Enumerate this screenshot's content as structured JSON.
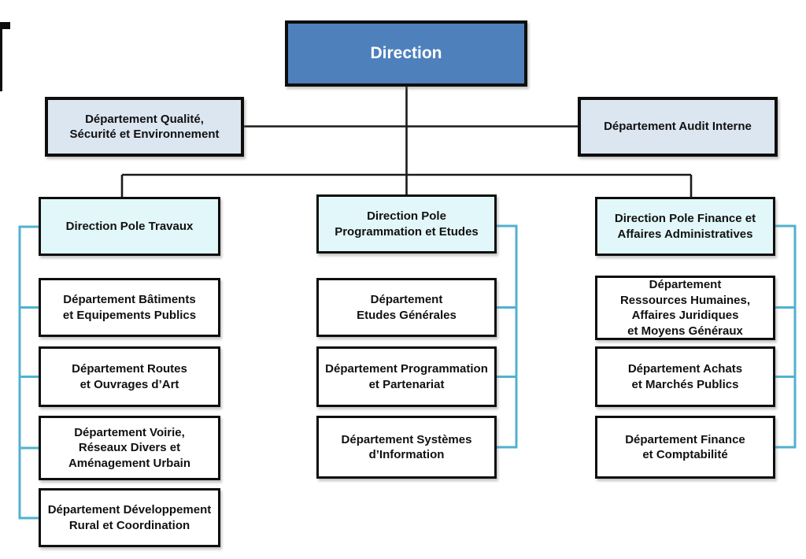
{
  "org": {
    "root": {
      "label": "Direction"
    },
    "staff": [
      {
        "label": "Département Qualité, Sécurité et Environnement"
      },
      {
        "label": "Département Audit Interne"
      }
    ],
    "poles": [
      {
        "label": "Direction Pole Travaux",
        "departments": [
          {
            "label": "Département Bâtiments et Equipements Publics"
          },
          {
            "label": "Département Routes et Ouvrages d’Art"
          },
          {
            "label": "Département Voirie, Réseaux Divers et Aménagement Urbain"
          },
          {
            "label": "Département Développement Rural et Coordination"
          }
        ]
      },
      {
        "label": "Direction Pole Programmation et Etudes",
        "departments": [
          {
            "label": "Département Etudes Générales"
          },
          {
            "label": "Département Programmation et Partenariat"
          },
          {
            "label": "Département Systèmes d’Information"
          }
        ]
      },
      {
        "label": "Direction Pole Finance et Affaires Administratives",
        "departments": [
          {
            "label": "Département Ressources Humaines, Affaires Juridiques et Moyens Généraux"
          },
          {
            "label": "Département Achats et Marchés Publics"
          },
          {
            "label": "Département Finance et Comptabilité"
          }
        ]
      }
    ]
  },
  "colors": {
    "direction_fill": "#4E80BC",
    "direction_text": "#FFFFFF",
    "staff_fill": "#DCE6F1",
    "pole_fill": "#E2F7F9",
    "dept_fill": "#FFFFFF",
    "box_border": "#0E0E0E",
    "connector_black": "#1A1A1A",
    "connector_cyan": "#52B1CF",
    "text": "#111111"
  }
}
